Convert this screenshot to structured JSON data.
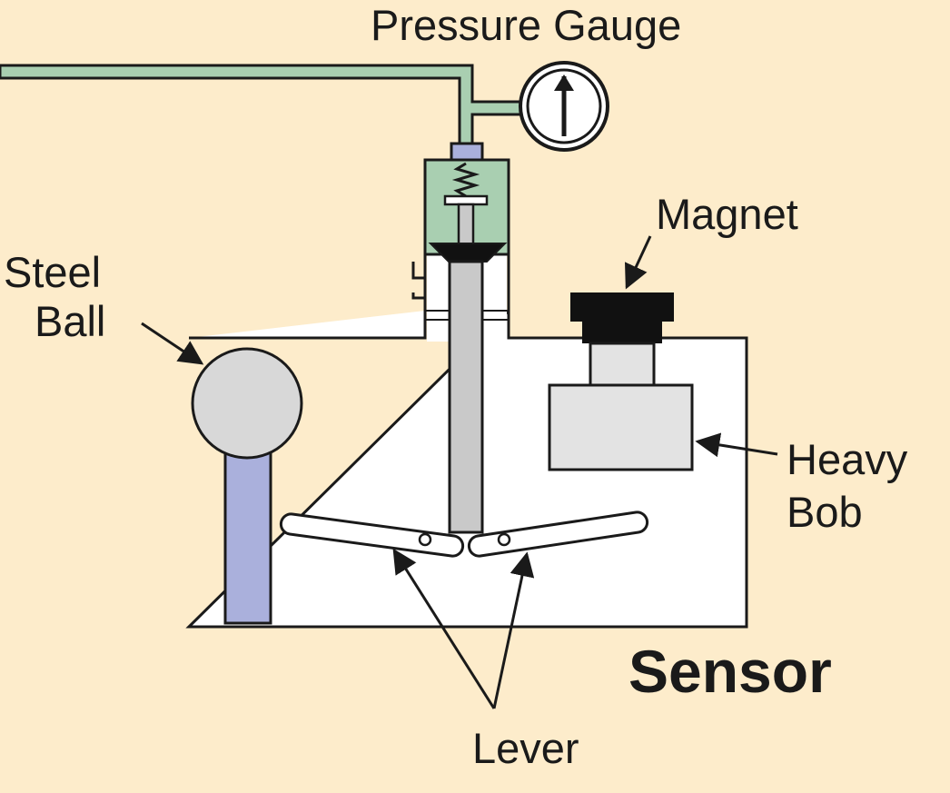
{
  "labels": {
    "pressure_gauge": "Pressure Gauge",
    "magnet": "Magnet",
    "steel_line1": "Steel",
    "steel_line2": "Ball",
    "heavy_line1": "Heavy",
    "heavy_line2": "Bob",
    "sensor": "Sensor",
    "lever": "Lever"
  },
  "colors": {
    "background": "#fdeccb",
    "pipe": "#a9cfb1",
    "housing": "#a9cfb1",
    "plunger": "#aab0dc",
    "ball": "#d8d8d8",
    "rod": "#c9c9c9",
    "bob": "#e3e3e3",
    "magnet": "#111111",
    "outline": "#1a1a1a"
  }
}
